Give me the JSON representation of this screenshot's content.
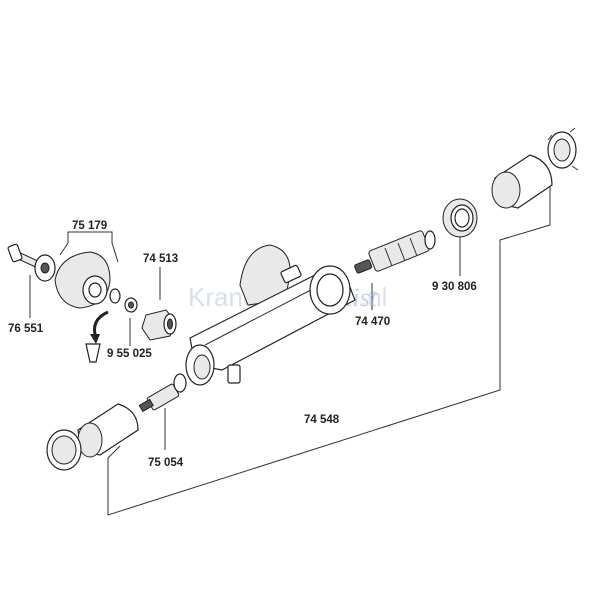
{
  "labels": {
    "p75179": "75 179",
    "p76551": "76 551",
    "p74513": "74 513",
    "p955025": "9 55 025",
    "p75054": "75 054",
    "p74470": "74 470",
    "p930806": "9 30 806",
    "p74548": "74 548"
  },
  "watermark": {
    "part1": "Kranen",
    "part2": "Specialist",
    "part3": ".nl"
  },
  "colors": {
    "line": "#333333",
    "watermark": "#8fb0d6"
  }
}
